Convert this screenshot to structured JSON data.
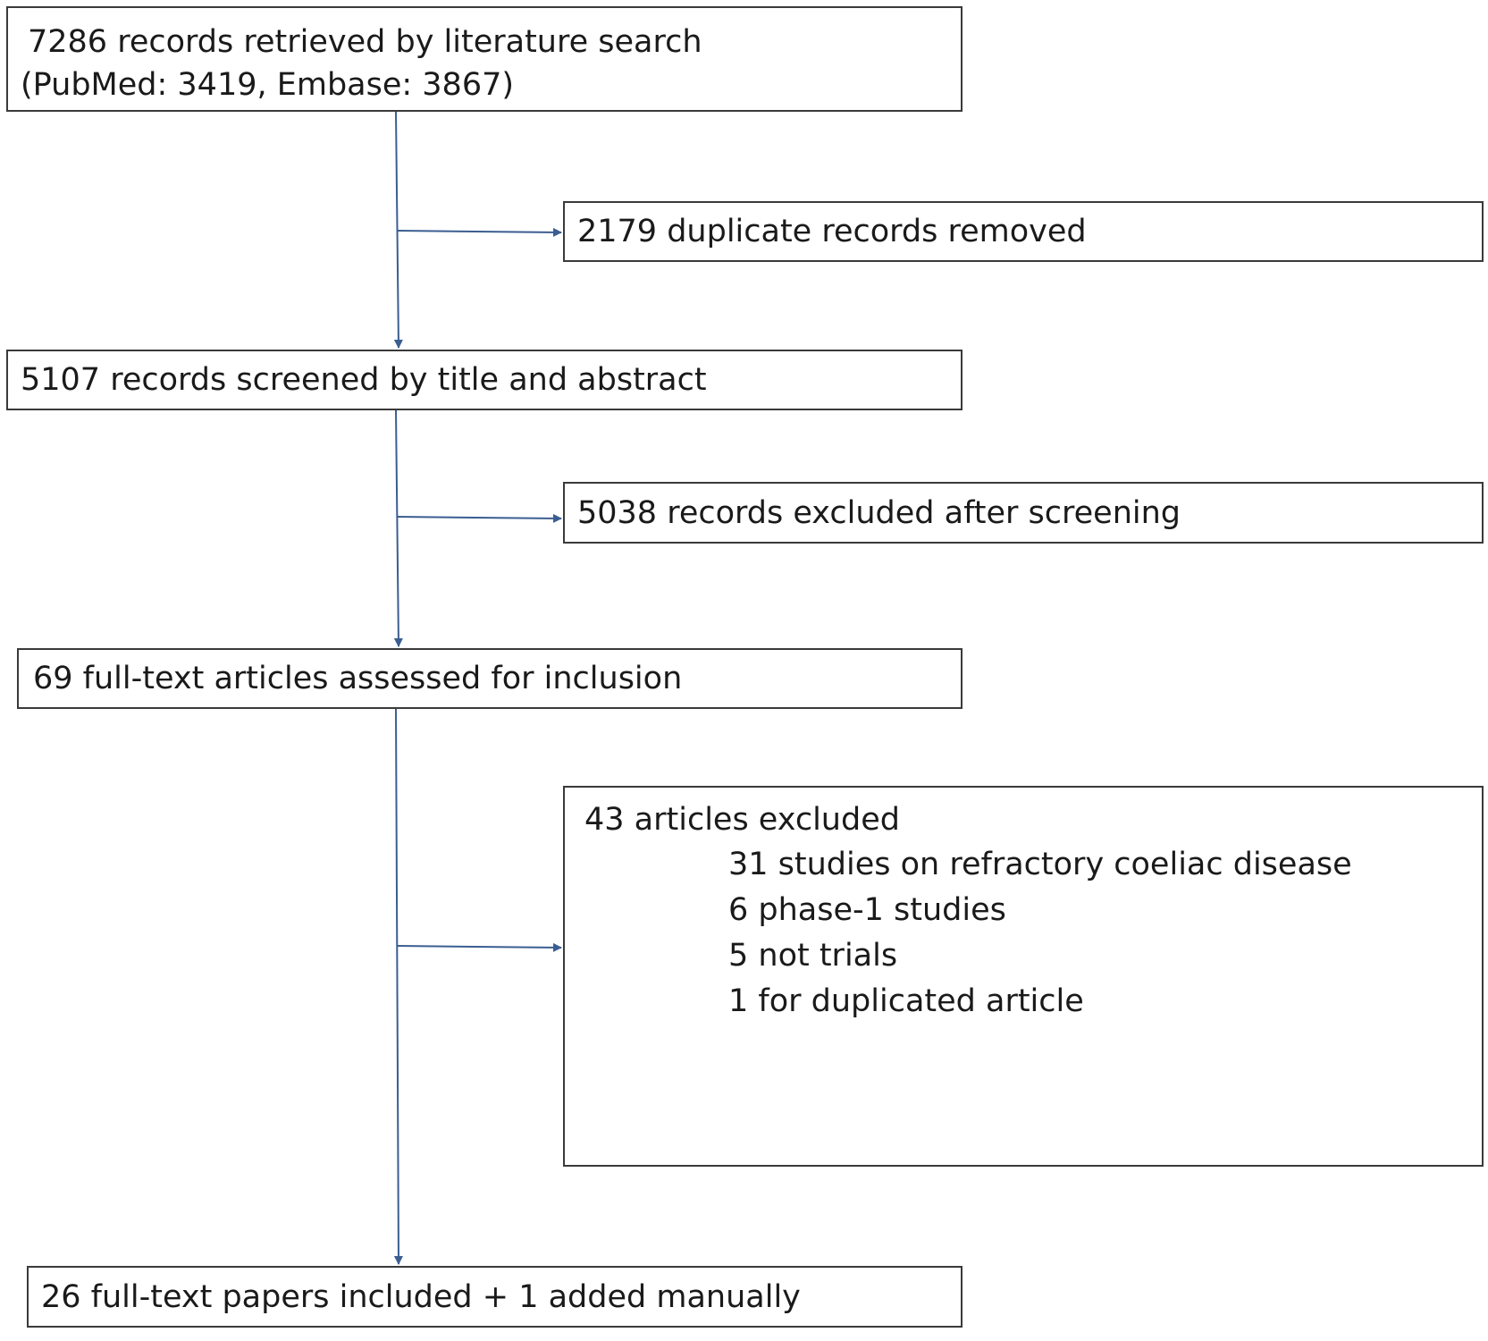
{
  "flow": {
    "identified": {
      "line1": "7286 records retrieved by literature search",
      "line2": "(PubMed: 3419, Embase: 3867)"
    },
    "duplicates_removed": "2179 duplicate records removed",
    "screened": "5107 records screened by title and abstract",
    "excluded_screening": "5038 records excluded after screening",
    "full_text_assessed": "69 full-text articles assessed for inclusion",
    "excluded_full_text": {
      "heading": "43 articles excluded",
      "reasons": [
        "31 studies on refractory coeliac disease",
        "6 phase-1 studies",
        "5 not trials",
        "1 for duplicated article"
      ]
    },
    "included": "26 full-text papers included + 1 added manually"
  },
  "colors": {
    "arrow": "#3b5e91",
    "box_border": "#3a3a3a",
    "text": "#1a1a1a"
  }
}
